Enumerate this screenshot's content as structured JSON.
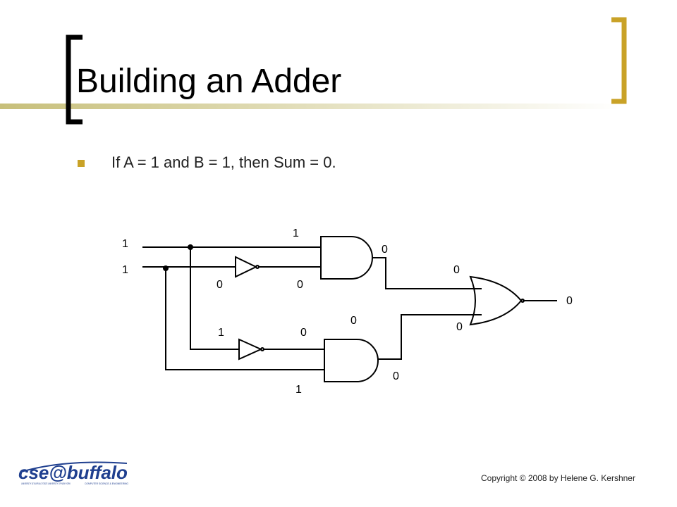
{
  "slide": {
    "title": "Building an Adder",
    "bullet": "If A = 1 and B = 1, then Sum = 0.",
    "copyright": "Copyright © 2008 by Helene G. Kershner"
  },
  "logo": {
    "wordmark": "cse@buffalo",
    "left_caption": "UNIVERSITY AT BUFFALO STATE UNIVERSITY OF NEW YORK",
    "right_caption": "COMPUTER SCIENCE & ENGINEERING"
  },
  "circuit": {
    "input_a": "1",
    "input_b": "1",
    "and1_top_in": "1",
    "and1_bottom_in": "0",
    "not1_in": "0",
    "and1_out": "0",
    "or_in_top": "0",
    "or_in_bottom": "0",
    "sum_out": "0",
    "not2_in": "1",
    "and2_top_in": "0",
    "and2_bottom_in": "1",
    "and2_out_upper": "0",
    "and2_out": "0"
  },
  "colors": {
    "accent": "#c9a227",
    "accent_line": "#d6cf9a",
    "logo_blue": "#1f3f8f"
  }
}
